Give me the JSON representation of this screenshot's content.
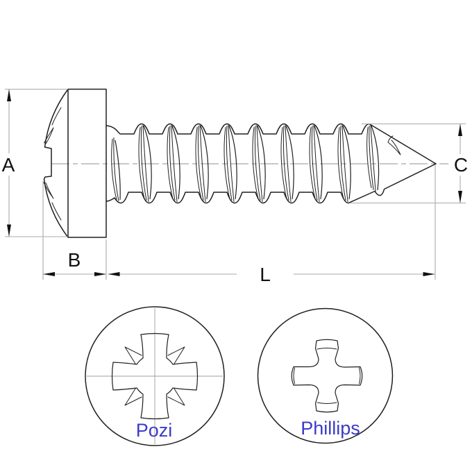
{
  "title": "Self-tapping pan head screw technical drawing",
  "dimensions": {
    "a_label": "A",
    "b_label": "B",
    "c_label": "C",
    "l_label": "L"
  },
  "drive_types": {
    "pozi": {
      "label": "Pozi"
    },
    "phillips": {
      "label": "Phillips"
    }
  },
  "colors": {
    "line": "#1f1f1f",
    "dimension_gray": "#a9a9a9",
    "label_blue": "#3b3bc8",
    "text": "#111111",
    "background": "#ffffff"
  }
}
